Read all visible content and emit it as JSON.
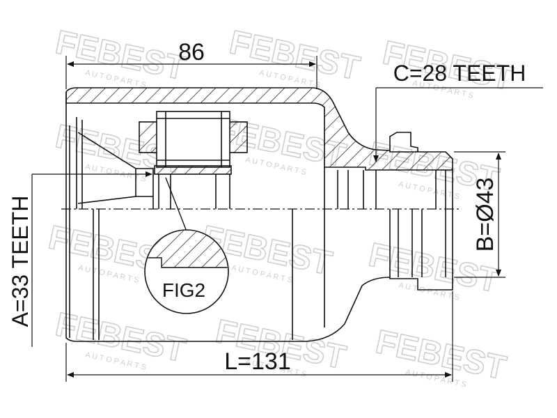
{
  "watermark": {
    "brand": "FEBEST",
    "tagline": "A U T O   P A R T S",
    "color": "#cfcfcf"
  },
  "dimensions": {
    "length_top": "86",
    "teeth_outer": "C=28 TEETH",
    "diameter": "B=Ø43",
    "teeth_inner": "A=33 TEETH",
    "length_total": "L=131"
  },
  "callout": {
    "label": "FIG2"
  },
  "colors": {
    "line": "#111111",
    "hatch": "#111111",
    "background": "#ffffff"
  }
}
